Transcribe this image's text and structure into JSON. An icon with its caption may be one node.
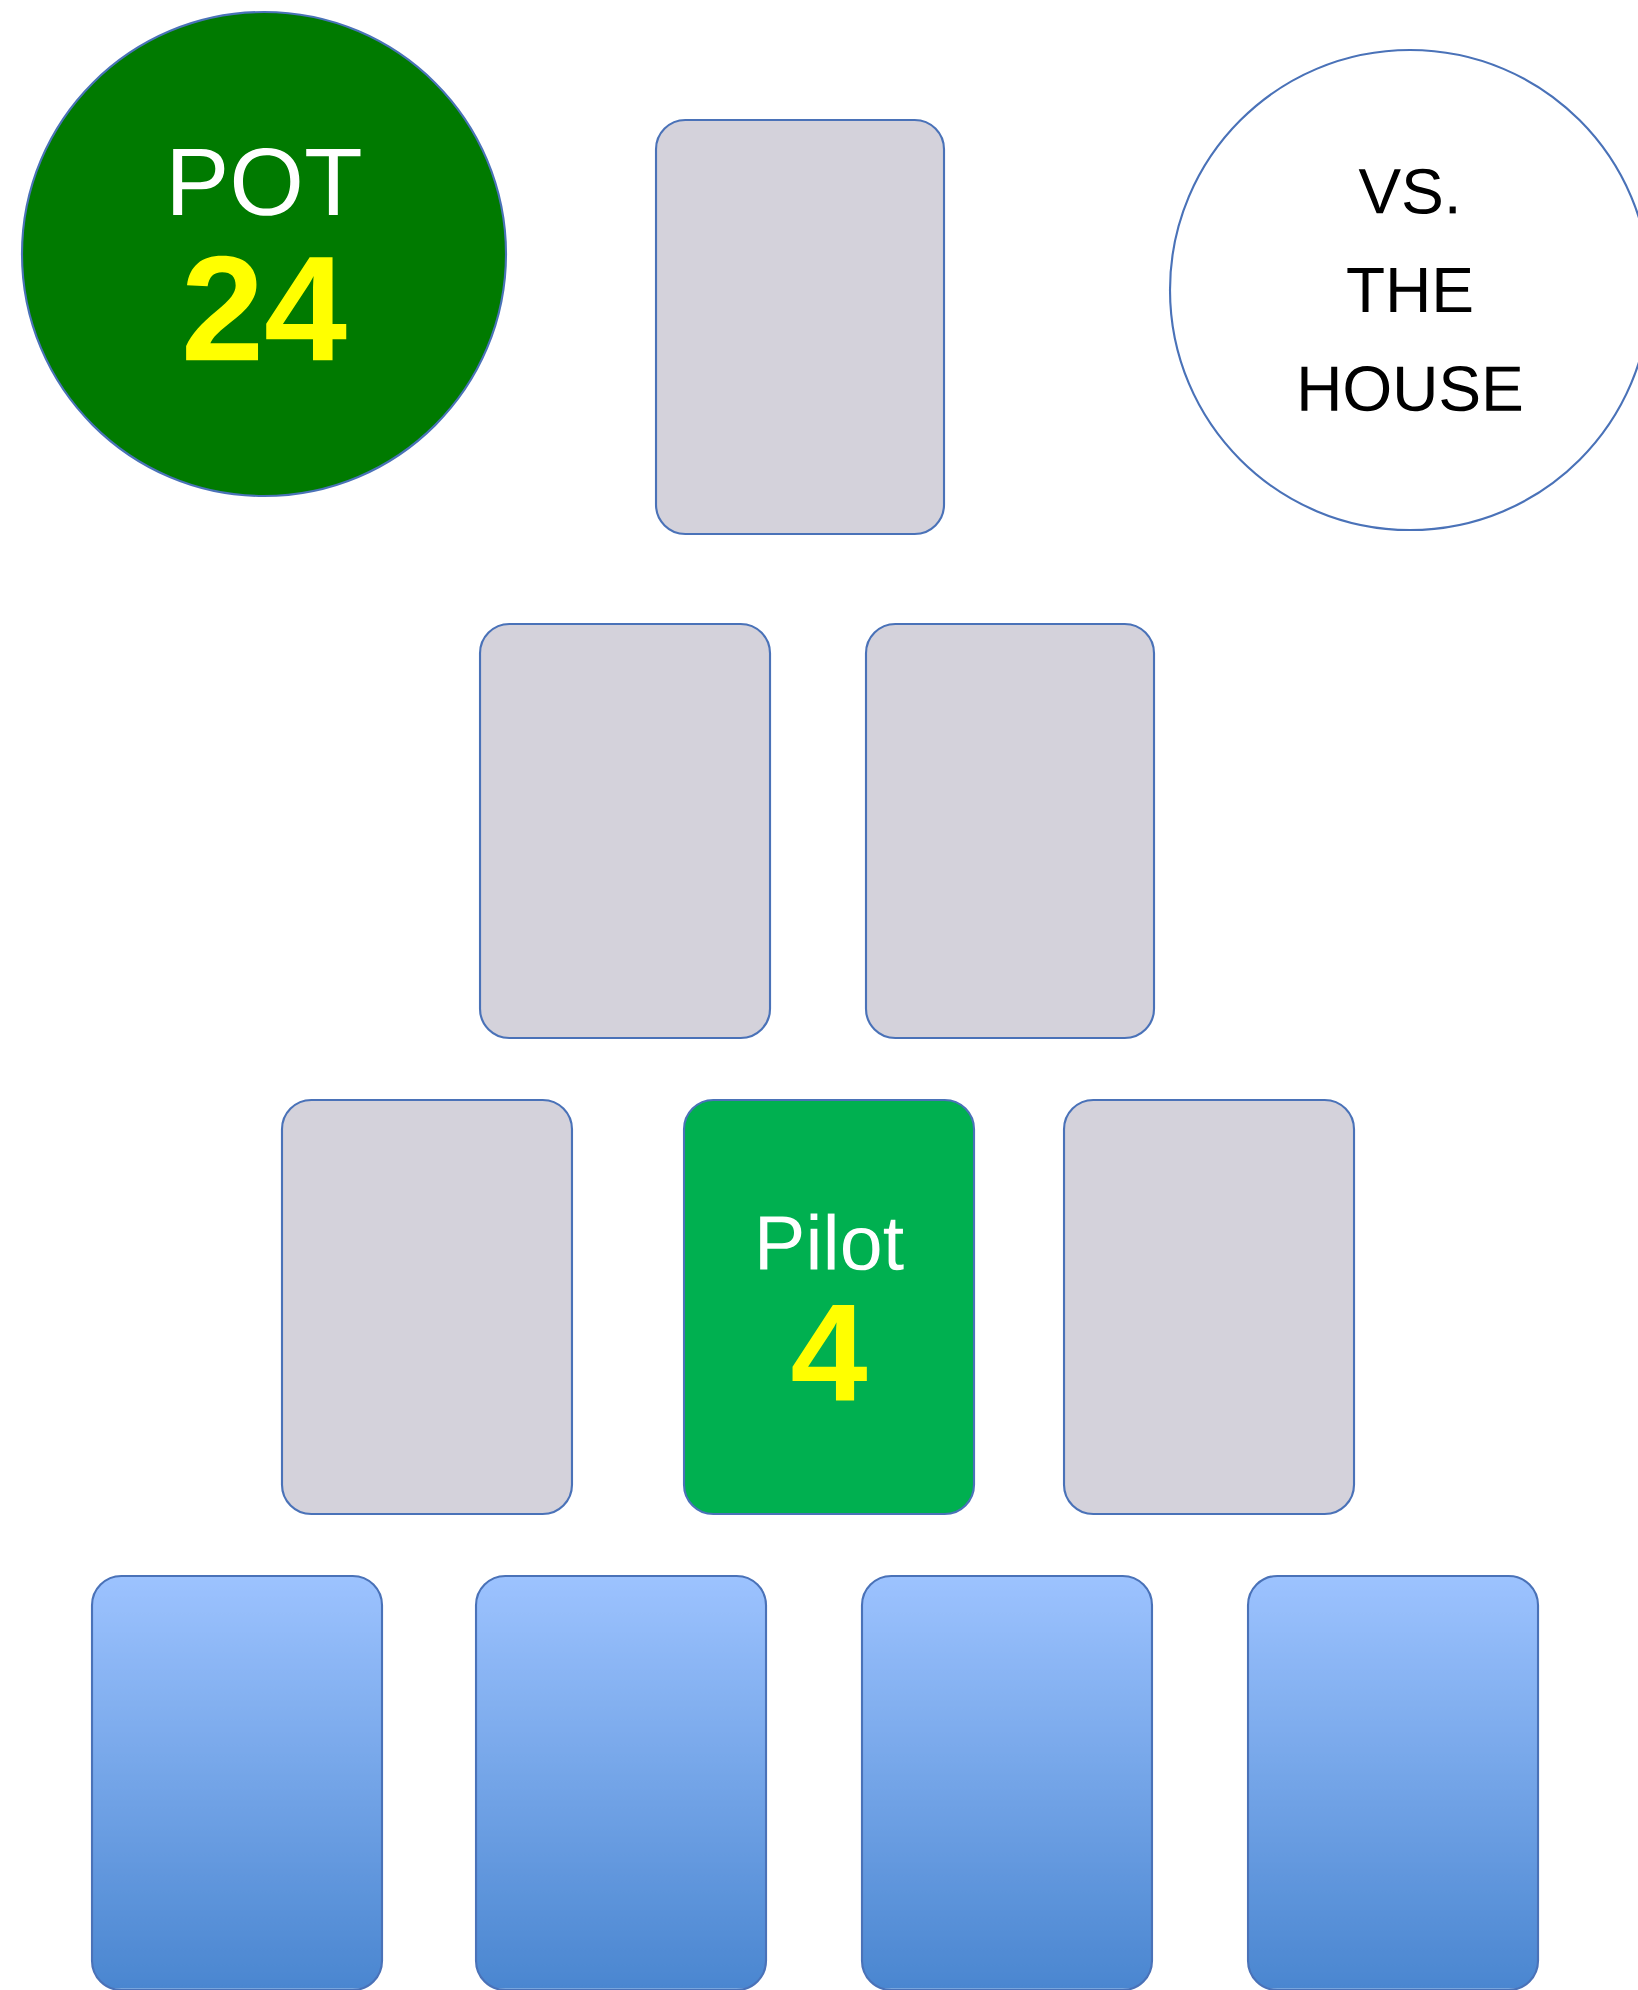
{
  "diagram": {
    "nodes": [
      {
        "text": [
          "POT",
          "24"
        ]
      },
      {
        "text": [],
        "shape": "box"
      },
      {
        "text": [
          "VS. THE HOUSE"
        ]
      },
      {
        "text": [],
        "shape": "box"
      },
      {
        "text": [],
        "shape": "box"
      },
      {
        "text": [],
        "shape": "box"
      },
      {
        "text": [
          "Pilot",
          "4"
        ]
      },
      {
        "text": [],
        "shape": "box"
      },
      {
        "text": [],
        "shape": "box"
      },
      {
        "text": [],
        "shape": "box"
      },
      {
        "text": [],
        "shape": "box"
      },
      {
        "text": [],
        "shape": "box"
      }
    ]
  }
}
